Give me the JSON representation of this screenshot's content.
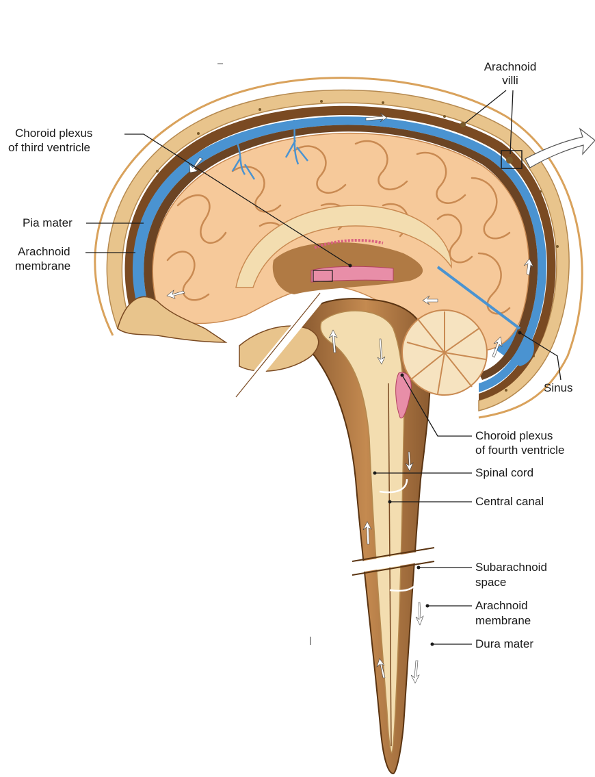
{
  "labels": {
    "arachnoid_villi_1": "Arachnoid",
    "arachnoid_villi_2": "villi",
    "choroid_third_1": "Choroid plexus",
    "choroid_third_2": "of third ventricle",
    "pia_mater": "Pia mater",
    "arachnoid_top_1": "Arachnoid",
    "arachnoid_top_2": "membrane",
    "sinus": "Sinus",
    "choroid_fourth_1": "Choroid plexus",
    "choroid_fourth_2": "of fourth ventricle",
    "spinal_cord": "Spinal cord",
    "central_canal": "Central canal",
    "subarachnoid_1": "Subarachnoid",
    "subarachnoid_2": "space",
    "arachnoid_bottom_1": "Arachnoid",
    "arachnoid_bottom_2": "membrane",
    "dura_mater": "Dura mater"
  },
  "colors": {
    "skin": "#d9a25c",
    "bone": "#e8c48c",
    "dura": "#7a4a22",
    "csf_sinus": "#4a93d1",
    "brain": "#f6c99a",
    "brain_fold": "#c98a52",
    "brainstem": "#f3ddb0",
    "ventricle": "#8a5a30",
    "choroid": "#e88ea8"
  }
}
